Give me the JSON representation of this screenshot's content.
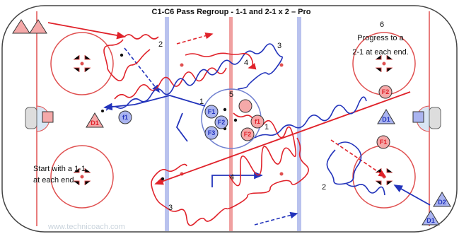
{
  "title": "C1-C6 Pass Regroup - 1-1 and 2-1 x 2 – Pro",
  "notes": {
    "left_line1": "Start with a 1-1",
    "left_line2": "at each end.",
    "right_num": "6",
    "right_line1": "Progress to a",
    "right_line2": "2-1 at each end."
  },
  "step_numbers": {
    "n1a": "1",
    "n1b": "1",
    "n2a": "2",
    "n2b": "2",
    "n3a": "3",
    "n3b": "3",
    "n4a": "4",
    "n4b": "4",
    "n5": "5"
  },
  "watermark": "www.technicoach.com",
  "colors": {
    "red": "#e0222a",
    "blue": "#2233bb",
    "blue_line": "#9aa6e0",
    "red_line": "#e05050",
    "crease": "#d8e6f4",
    "player_red_fill": "#f5a9a9",
    "player_blue_fill": "#aab4f0"
  },
  "players": {
    "f1_blue_left": "f1",
    "d1_red_left": "D1",
    "F1_blue_c": "F1",
    "F2_blue_c": "F2",
    "F3_blue_c": "F3",
    "f1_red_c": "f1",
    "F2_red_c": "F2",
    "F2_red_right": "F2",
    "D1_blue_right": "D1",
    "F1_red_right": "F1",
    "D2_blue_br": "D2",
    "D1_blue_br": "D1"
  }
}
